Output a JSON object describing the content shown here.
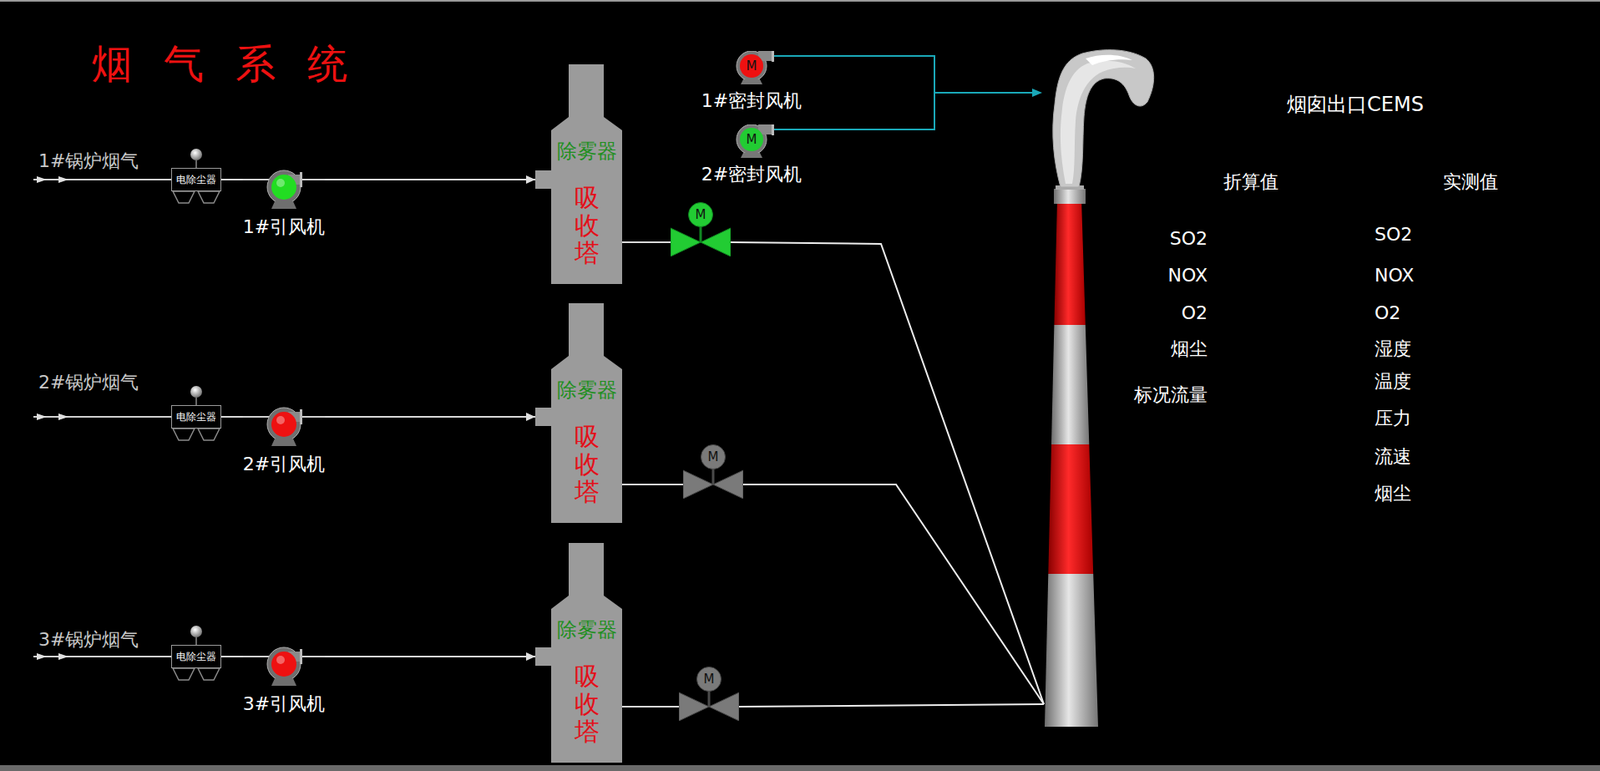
{
  "diagram": {
    "title": "烟气系统",
    "nodes": [
      {
        "text": [
          "电除尘器"
        ]
      },
      {
        "text": [
          "1#引风机"
        ]
      },
      {
        "text": [
          "除雾器",
          "吸收塔"
        ]
      },
      {
        "text": [
          "M",
          "1#密封风机"
        ]
      },
      {
        "text": [
          "M",
          "2#密封风机"
        ]
      },
      {
        "text": [
          "M"
        ]
      },
      {
        "text": [
          "电除尘器"
        ]
      },
      {
        "text": [
          "2#引风机"
        ]
      },
      {
        "text": [
          "除雾器",
          "吸收塔"
        ]
      },
      {
        "text": [
          "M"
        ]
      },
      {
        "text": [
          "电除尘器"
        ]
      },
      {
        "text": [
          "3#引风机"
        ]
      },
      {
        "text": [
          "除雾器",
          "吸收塔"
        ]
      },
      {
        "text": [
          "M"
        ]
      }
    ],
    "edges": [
      {
        "from": 0,
        "to": 1,
        "arrow": "none"
      },
      {
        "from": 1,
        "to": 2,
        "arrow": "to"
      },
      {
        "from": 2,
        "to": 5,
        "arrow": "none"
      },
      {
        "from": 6,
        "to": 7,
        "arrow": "none"
      },
      {
        "from": 7,
        "to": 8,
        "arrow": "to"
      },
      {
        "from": 8,
        "to": 9,
        "arrow": "none"
      },
      {
        "from": 10,
        "to": 11,
        "arrow": "none"
      },
      {
        "from": 11,
        "to": 12,
        "arrow": "to"
      },
      {
        "from": 12,
        "to": 13,
        "arrow": "none"
      }
    ],
    "labels": [
      "1#锅炉烟气",
      "2#锅炉烟气",
      "3#锅炉烟气",
      "烟囱出口CEMS",
      "折算值",
      "实测值",
      "SO2",
      "NOX",
      "O2",
      "烟尘",
      "标况流量",
      "SO2",
      "NOX",
      "O2",
      "湿度",
      "温度",
      "压力",
      "流速",
      "烟尘"
    ]
  }
}
